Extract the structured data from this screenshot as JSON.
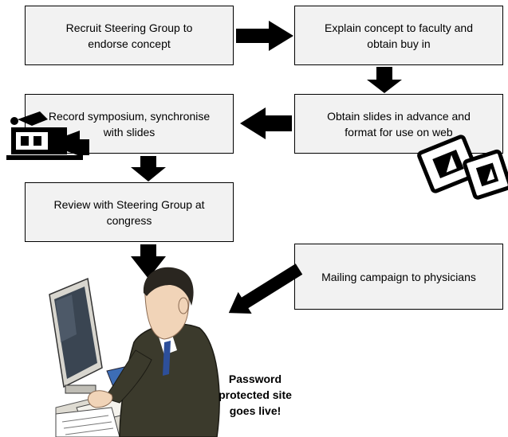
{
  "steps": [
    {
      "id": "recruit",
      "text": "Recruit Steering Group to\nendorse concept"
    },
    {
      "id": "explain",
      "text": "Explain concept to faculty and\nobtain buy in"
    },
    {
      "id": "record",
      "text": "Record symposium, synchronise\nwith slides"
    },
    {
      "id": "obtain",
      "text": "Obtain slides in advance and\nformat for use on web"
    },
    {
      "id": "review",
      "text": "Review with Steering Group at\ncongress"
    },
    {
      "id": "mailing",
      "text": "Mailing campaign to physicians"
    }
  ],
  "caption": "Password\nprotected site\ngoes live!",
  "icons": [
    "video-camera-icon",
    "slides-icon",
    "man-at-computer-icon"
  ],
  "colors": {
    "box_fill": "#f2f2f2",
    "arrow": "#000000",
    "suit": "#3b3a2c",
    "screen": "#3a4552"
  }
}
